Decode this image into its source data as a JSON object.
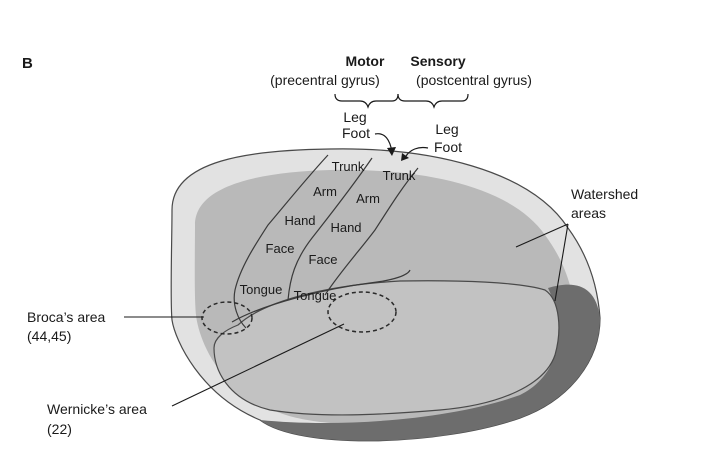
{
  "panel_label": "B",
  "header": {
    "motor_title": "Motor",
    "motor_sub": "(precentral gyrus)",
    "sensory_title": "Sensory",
    "sensory_sub": "(postcentral gyrus)"
  },
  "motor_strip": {
    "leg": "Leg",
    "foot": "Foot",
    "trunk": "Trunk",
    "arm": "Arm",
    "hand": "Hand",
    "face": "Face",
    "tongue": "Tongue"
  },
  "sensory_strip": {
    "leg": "Leg",
    "foot": "Foot",
    "trunk": "Trunk",
    "arm": "Arm",
    "hand": "Hand",
    "face": "Face",
    "tongue": "Tongue"
  },
  "callouts": {
    "watershed_line1": "Watershed",
    "watershed_line2": "areas",
    "broca_line1": "Broca’s area",
    "broca_line2": "(44,45)",
    "wernicke_line1": "Wernicke’s area",
    "wernicke_line2": "(22)"
  },
  "colors": {
    "watershed_fill": "#e2e2e2",
    "cortex_fill": "#b9b9b9",
    "dark_fill": "#6d6d6d",
    "temporal_fill": "#c2c2c2",
    "outline": "#4a4a4a"
  }
}
